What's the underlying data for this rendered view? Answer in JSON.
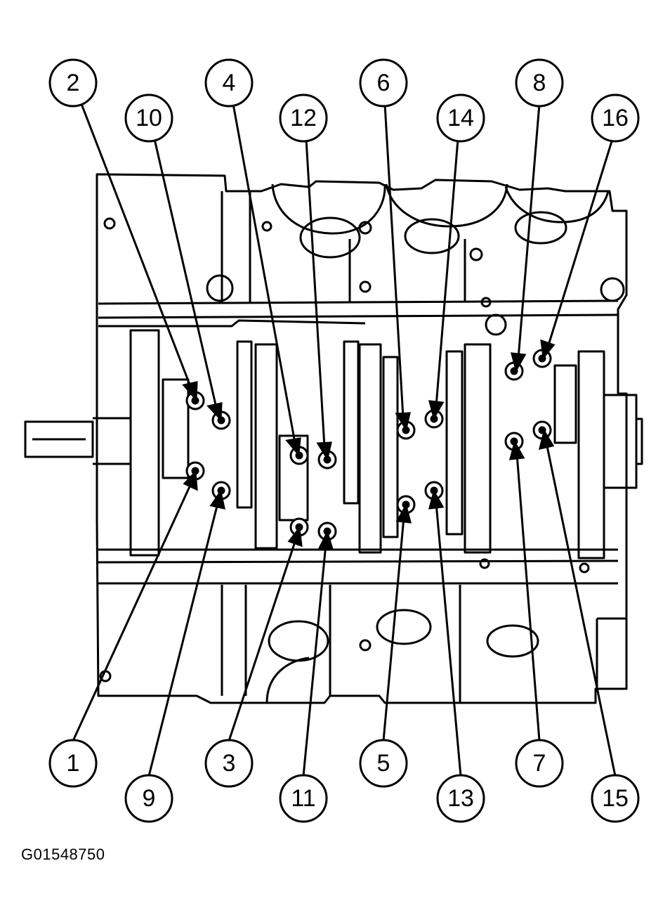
{
  "figure": {
    "id": "G01548750"
  },
  "callouts": {
    "top": [
      "2",
      "10",
      "4",
      "12",
      "6",
      "14",
      "8",
      "16"
    ],
    "bottom": [
      "1",
      "9",
      "3",
      "11",
      "5",
      "13",
      "7",
      "15"
    ]
  },
  "colors": {
    "ink": "#000000",
    "background": "#ffffff"
  }
}
